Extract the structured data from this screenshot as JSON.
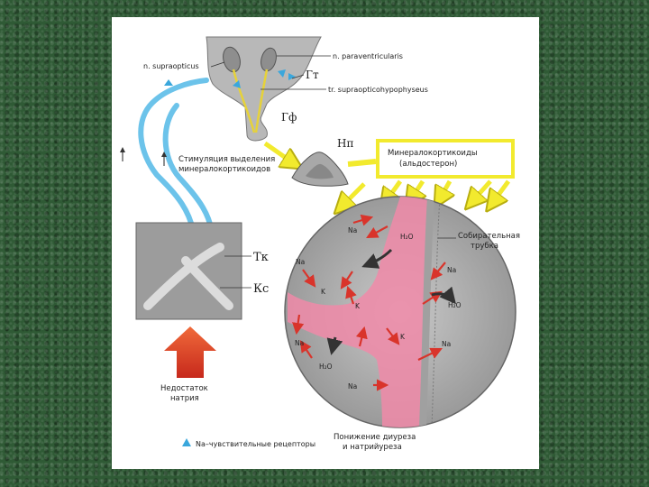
{
  "labels": {
    "n_supraopticus": "n. supraopticus",
    "n_paraventricularis": "n. paraventricularis",
    "Gt": "Гт",
    "tr_supraopticohypophyseus": "tr. supraopticohypophyseus",
    "Gf": "Гф",
    "Np": "Нп",
    "stimulation_line1": "Стимуляция выделения",
    "stimulation_line2": "минералокортикоидов",
    "mineral_line1": "Минералокортикоиды",
    "mineral_line2": "(альдостерон)",
    "Tk": "Тк",
    "Ks": "Кс",
    "collecting_line1": "Собирательная",
    "collecting_line2": "трубка",
    "deficit_line1": "Недостаток",
    "deficit_line2": "натрия",
    "reduction_line1": "Понижение диуреза",
    "reduction_line2": "и натрийуреза",
    "legend_text": "Na–чувствительные рецепторы"
  },
  "ions": {
    "Na": "Na",
    "K": "K",
    "H2O": "H₂O"
  },
  "colors": {
    "receptor": "#3aa7dc",
    "nerve": "#e6d23a",
    "arrow_yellow": "#f2ea2e",
    "tubule_pink": "#f08aa8",
    "red_arrow": "#d9342b",
    "deficit_arrow": "#d9422f"
  }
}
